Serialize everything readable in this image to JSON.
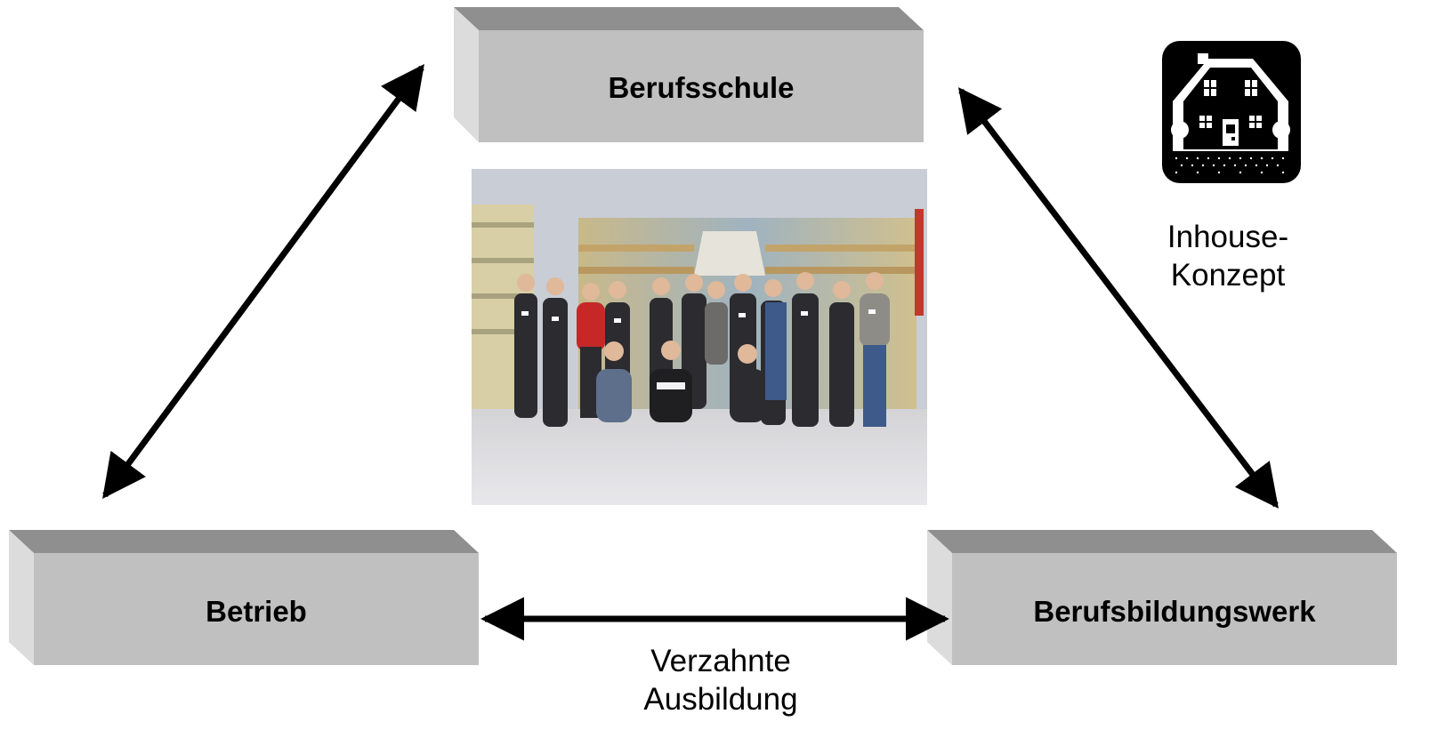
{
  "boxes": {
    "top": "Berufsschule",
    "bottom_left": "Betrieb",
    "bottom_right": "Berufsbildungswerk"
  },
  "captions": {
    "inhouse_line1": "Inhouse-",
    "inhouse_line2": "Konzept",
    "verzahnt_line1": "Verzahnte",
    "verzahnt_line2": "Ausbildung"
  },
  "icons": {
    "house": "house-icon"
  },
  "colors": {
    "box_front": "#c0c0c0",
    "box_top": "#8f8f8f",
    "box_side": "#d9d9d9",
    "arrow": "#000000"
  }
}
